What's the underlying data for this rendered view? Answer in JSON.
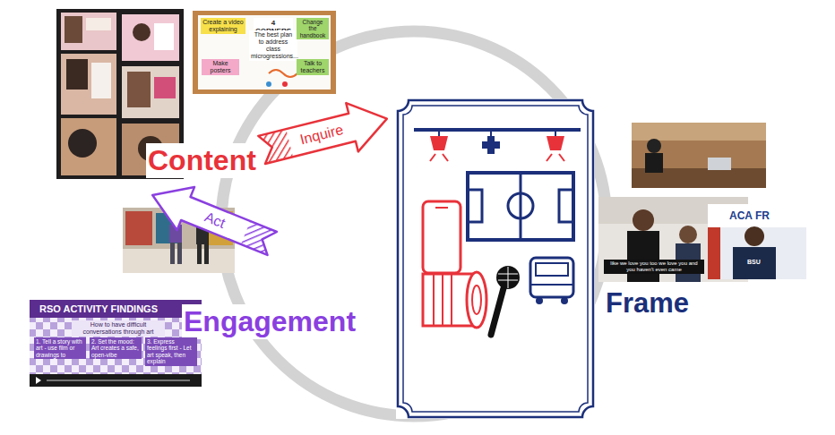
{
  "diagram": {
    "nodes": [
      {
        "text": [
          "Inquire"
        ]
      },
      {
        "text": [
          "Act"
        ]
      },
      {
        "text": [
          "Frame"
        ]
      }
    ],
    "labels": [
      "Content",
      "Engagement",
      "Create a video explaining",
      "4 CORNERS",
      "The best plan to address class microgressions...",
      "Change the handbook",
      "Make posters",
      "Talk to teachers",
      "RSO ACTIVITY FINDINGS",
      "How to have difficult conversations through art",
      "1. Tell a story with art - use film or drawings to",
      "2. Set the mood: Art creates a safe, open-vibe",
      "3. Express feelings first - Let art speak, then explain",
      "ACA FR",
      "BSU",
      "like we love you too we love you and you haven't even came"
    ]
  }
}
